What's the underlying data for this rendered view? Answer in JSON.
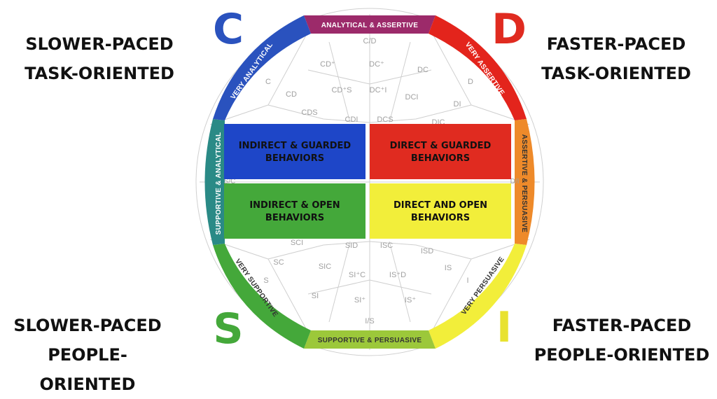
{
  "corners": {
    "top_left": [
      "SLOWER-PACED",
      "TASK-ORIENTED"
    ],
    "top_right": [
      "FASTER-PACED",
      "TASK-ORIENTED"
    ],
    "bottom_left": [
      "SLOWER-PACED",
      "PEOPLE-ORIENTED"
    ],
    "bottom_right": [
      "FASTER-PACED",
      "PEOPLE-ORIENTED"
    ]
  },
  "letters": {
    "c": {
      "text": "C",
      "color": "#2a52be"
    },
    "d": {
      "text": "D",
      "color": "#e02b20"
    },
    "s": {
      "text": "S",
      "color": "#44a83a"
    },
    "i": {
      "text": "I",
      "color": "#e8e230"
    }
  },
  "bands": {
    "top": {
      "text": "ANALYTICAL & ASSERTIVE",
      "color": "#9c2a6a"
    },
    "top_right": {
      "text": "VERY ASSERTIVE",
      "color": "#e3241c"
    },
    "right": {
      "text": "ASSERTIVE & PERSUASIVE",
      "color": "#ee8a2a"
    },
    "bottom_right": {
      "text": "VERY PERSUASIVE",
      "color": "#f2ee3a"
    },
    "bottom": {
      "text": "SUPPORTIVE & PERSUASIVE",
      "color": "#9cc83a"
    },
    "bottom_left": {
      "text": "VERY SUPPORTIVE",
      "color": "#44a83a"
    },
    "left": {
      "text": "SUPPORTIVE & ANALYTICAL",
      "color": "#2a8a86"
    },
    "top_left": {
      "text": "VERY ANALYTICAL",
      "color": "#2a52be"
    }
  },
  "boxes": {
    "top_left": {
      "line1": "INDIRECT & GUARDED",
      "line2": "BEHAVIORS",
      "color": "#1e46c8",
      "text_color": "#111111"
    },
    "top_right": {
      "line1": "DIRECT & GUARDED",
      "line2": "BEHAVIORS",
      "color": "#e02b20",
      "text_color": "#111111"
    },
    "bottom_left": {
      "line1": "INDIRECT & OPEN",
      "line2": "BEHAVIORS",
      "color": "#44a83a",
      "text_color": "#111111"
    },
    "bottom_right": {
      "line1": "DIRECT AND OPEN",
      "line2": "BEHAVIORS",
      "color": "#f2ee3a",
      "text_color": "#111111"
    }
  },
  "styles": {
    "cd": "C/D",
    "cd_plus": "CD⁺",
    "dc_plus": "DC⁺",
    "dc": "DC",
    "d": "D",
    "c": "C",
    "cd2": "CD",
    "cds_plus": "CD⁺S",
    "dc_plus_i": "DC⁺I",
    "dci": "DCI",
    "di": "DI",
    "cds": "CDS",
    "cdi": "CDI",
    "dcs": "DCS",
    "dic": "DIC",
    "sc_slash": "S/C",
    "di_slash": "D/I",
    "sci": "SCI",
    "sid": "SID",
    "isc": "ISC",
    "isd": "ISD",
    "sc": "SC",
    "sic": "SIC",
    "is": "IS",
    "s": "S",
    "i": "I",
    "si_plus_c": "SI⁺C",
    "is_plus_d": "IS⁺D",
    "si": "SI",
    "si_plus": "SI⁺",
    "is_plus": "IS⁺",
    "is_slash": "I/S"
  }
}
